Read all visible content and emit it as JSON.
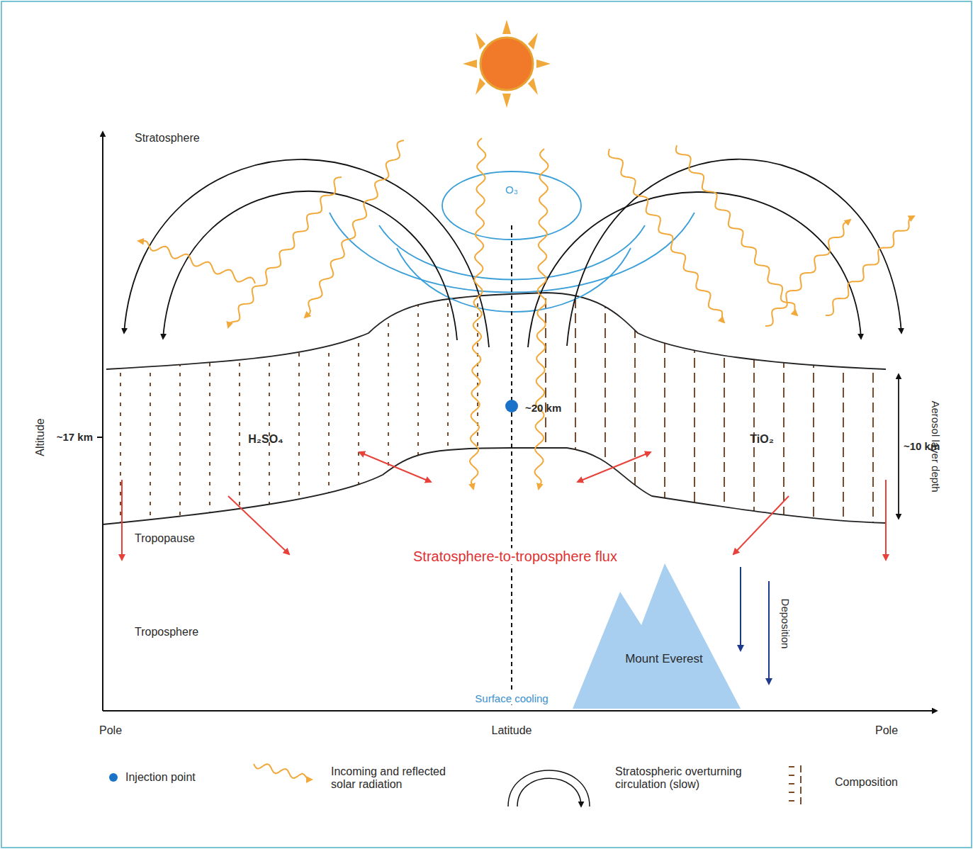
{
  "diagram": {
    "nodes": [
      {
        "text": [
          "Mount Everest"
        ]
      }
    ],
    "labels": [
      "Stratosphere",
      "O₃",
      "Altitude",
      "~17 km",
      "~20 km",
      "H₂SO₄",
      "TiO₂",
      "~10 km",
      "Aerosol layer depth",
      "Tropopause",
      "Stratosphere-to-troposphere flux",
      "Troposphere",
      "Deposition",
      "Surface cooling",
      "Pole",
      "Latitude",
      "Pole"
    ],
    "legend": [
      {
        "text": "Injection point"
      },
      {
        "text": "Incoming and reflected solar radiation"
      },
      {
        "text": "Stratospheric overturning circulation (slow)"
      },
      {
        "text": "Composition"
      }
    ]
  }
}
